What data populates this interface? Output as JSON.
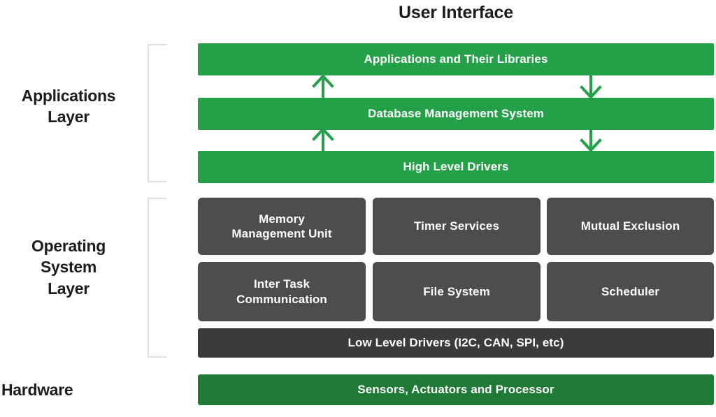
{
  "diagram": {
    "title": "User Interface",
    "colors": {
      "green": "#24a148",
      "green_dark": "#1f7a36",
      "gray": "#4d4d4d",
      "gray_wide": "#3b3b3b",
      "bracket": "#e0e0e0",
      "text_dark": "#1c1c1c",
      "text_light": "#ffffff"
    }
  },
  "layers": {
    "applications": {
      "label": "Applications\nLayer",
      "label_line1": "Applications",
      "label_line2": "Layer",
      "bars": [
        {
          "name": "applications-and-libraries",
          "text": "Applications and Their Libraries"
        },
        {
          "name": "database-management-system",
          "text": "Database Management System"
        },
        {
          "name": "high-level-drivers",
          "text": "High Level Drivers"
        }
      ]
    },
    "operating_system": {
      "label_line1": "Operating",
      "label_line2": "System",
      "label_line3": "Layer",
      "boxes_row1": [
        {
          "name": "memory-management-unit",
          "line1": "Memory",
          "line2": "Management Unit"
        },
        {
          "name": "timer-services",
          "line1": "Timer Services",
          "line2": ""
        },
        {
          "name": "mutual-exclusion",
          "line1": "Mutual Exclusion",
          "line2": ""
        }
      ],
      "boxes_row2": [
        {
          "name": "inter-task-communication",
          "line1": "Inter Task",
          "line2": "Communication"
        },
        {
          "name": "file-system",
          "line1": "File System",
          "line2": ""
        },
        {
          "name": "scheduler",
          "line1": "Scheduler",
          "line2": ""
        }
      ],
      "low_level_drivers": "Low Level Drivers (I2C, CAN, SPI, etc)"
    },
    "hardware": {
      "label": "Hardware",
      "bar": "Sensors, Actuators and Processor"
    }
  },
  "arrows": [
    {
      "name": "arrow-up-applications-from-dbms",
      "direction": "up"
    },
    {
      "name": "arrow-down-applications-to-dbms",
      "direction": "down"
    },
    {
      "name": "arrow-up-dbms-from-high-level-drivers",
      "direction": "up"
    },
    {
      "name": "arrow-down-dbms-to-high-level-drivers",
      "direction": "down"
    }
  ]
}
